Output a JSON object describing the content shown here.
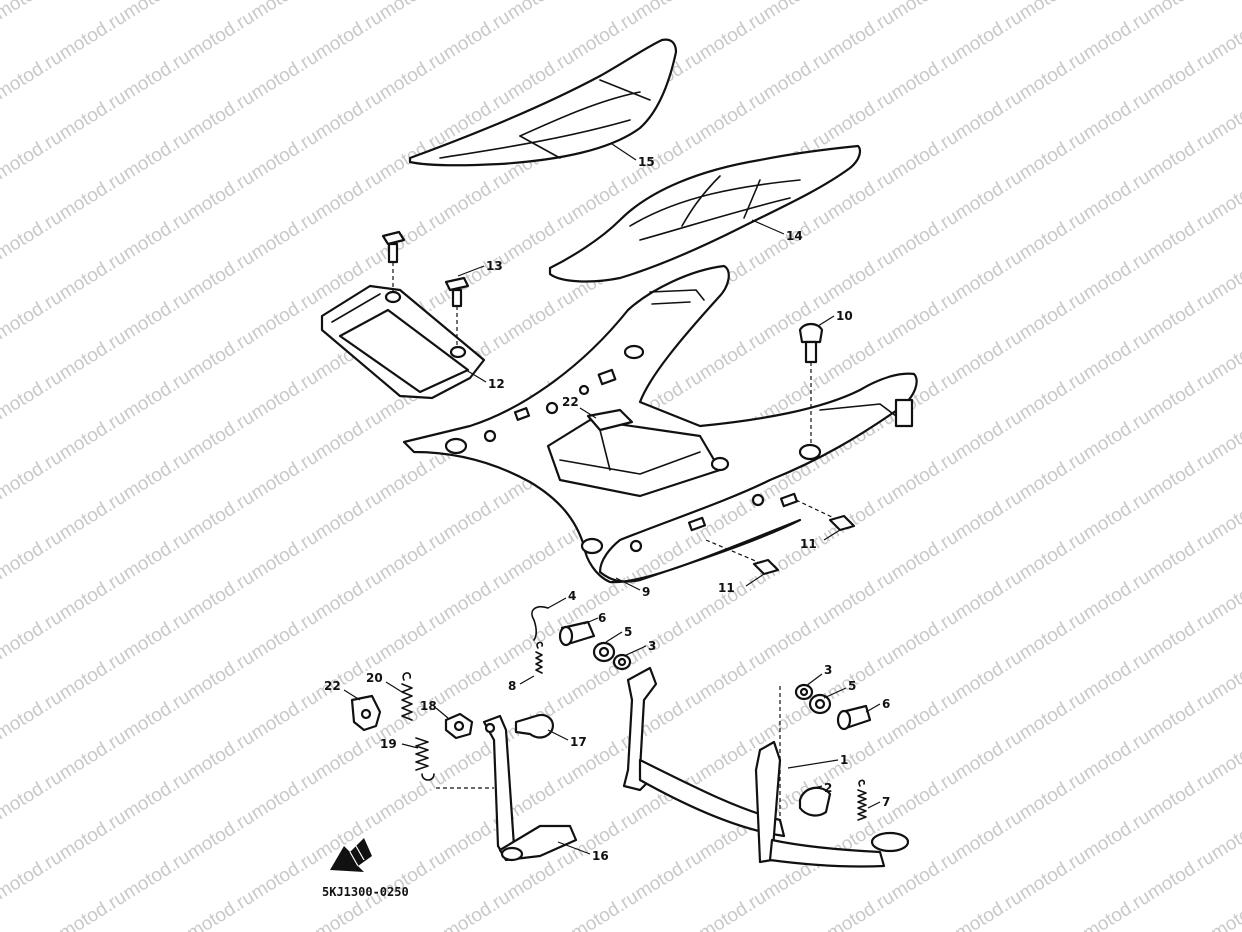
{
  "watermark": {
    "text": "motod.ru",
    "color": "#c9c9c9"
  },
  "diagram_code": "5KJ1300-0250",
  "callouts": {
    "c1": "1",
    "c2": "2",
    "c3a": "3",
    "c3b": "3",
    "c4": "4",
    "c5a": "5",
    "c5b": "5",
    "c6a": "6",
    "c6b": "6",
    "c7": "7",
    "c8": "8",
    "c9": "9",
    "c10": "10",
    "c11a": "11",
    "c11b": "11",
    "c12": "12",
    "c13": "13",
    "c14": "14",
    "c15": "15",
    "c16": "16",
    "c17": "17",
    "c18": "18",
    "c19": "19",
    "c20": "20",
    "c22a": "22",
    "c22b": "22"
  },
  "icons": {
    "front_arrow": "front-arrow-icon"
  }
}
